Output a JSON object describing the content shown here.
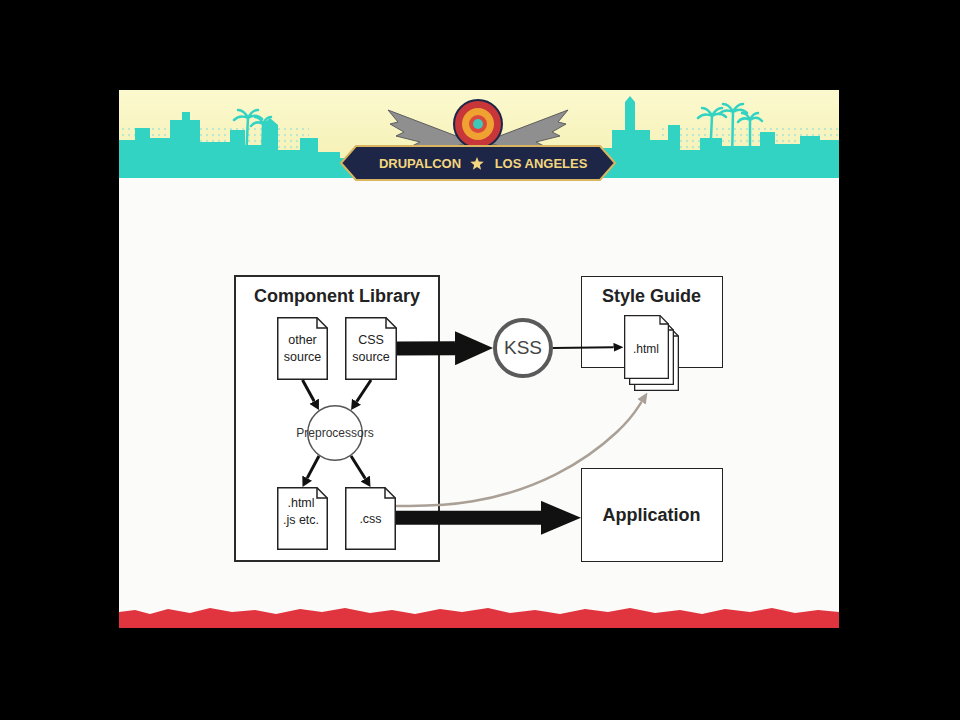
{
  "diagram": {
    "nodes": [
      {
        "text": [
          "Component Library"
        ]
      },
      {
        "text": [
          "other source"
        ],
        "in": 0
      },
      {
        "text": [
          "CSS source"
        ],
        "in": 0
      },
      {
        "text": [
          "Preprocessors"
        ],
        "in": 0
      },
      {
        "text": [
          ".html .js etc."
        ],
        "in": 0
      },
      {
        "text": [
          ".css"
        ],
        "in": 0
      },
      {
        "text": [
          "KSS"
        ]
      },
      {
        "text": [
          "Style Guide"
        ]
      },
      {
        "text": [
          ".html"
        ],
        "in": 7
      },
      {
        "text": [
          "Application"
        ]
      }
    ],
    "edges": [
      {
        "from": 2,
        "to": 6,
        "arrow": "to"
      },
      {
        "from": 6,
        "to": 8,
        "arrow": "to"
      },
      {
        "from": 1,
        "to": 3,
        "arrow": "to"
      },
      {
        "from": 2,
        "to": 3,
        "arrow": "to"
      },
      {
        "from": 3,
        "to": 4,
        "arrow": "to"
      },
      {
        "from": 3,
        "to": 5,
        "arrow": "to"
      },
      {
        "from": 5,
        "to": 8,
        "arrow": "to"
      },
      {
        "from": 5,
        "to": 9,
        "arrow": "to"
      }
    ],
    "labels": [
      "DRUPALCON",
      "LOS ANGELES"
    ]
  }
}
